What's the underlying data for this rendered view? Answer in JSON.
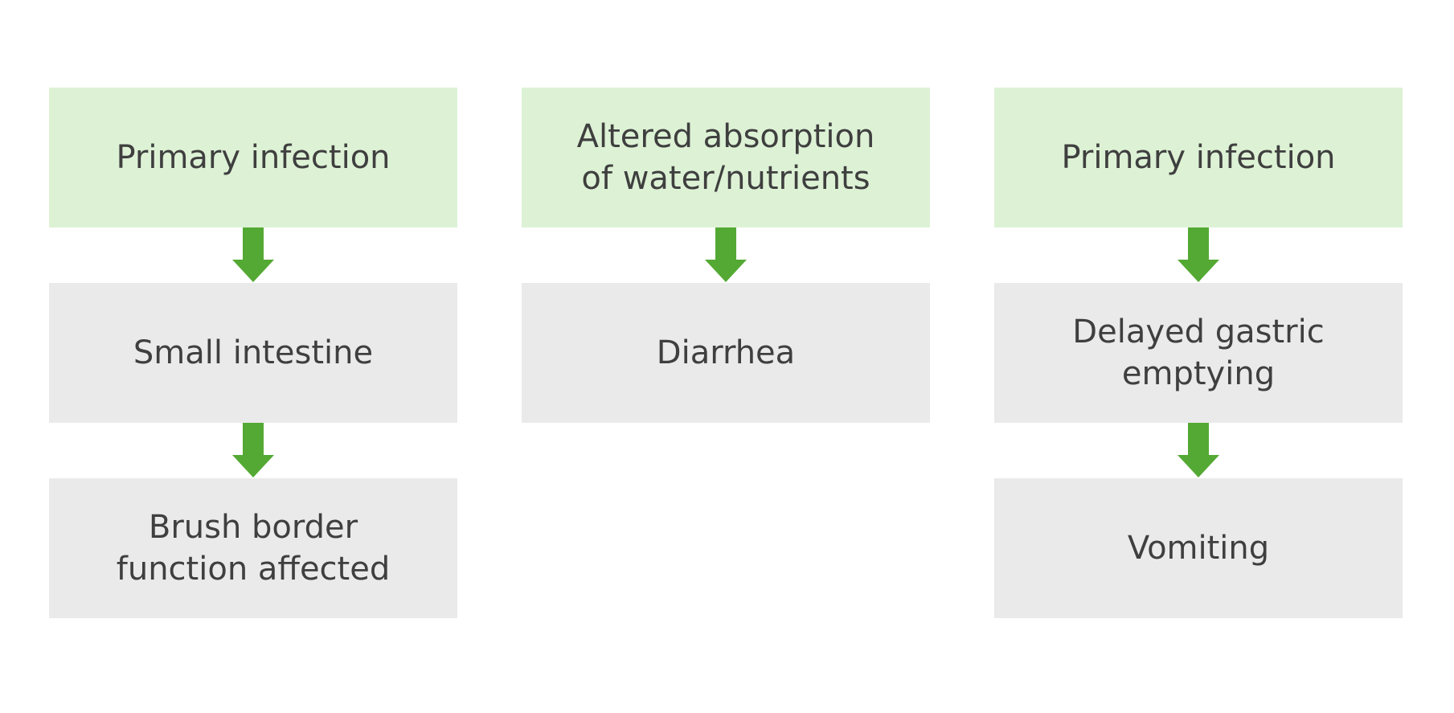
{
  "colors": {
    "top_box": "#ddf2d5",
    "step_box": "#eaeaea",
    "arrow": "#54a934",
    "text": "#3f3f3f"
  },
  "columns": [
    {
      "top": "Primary infection",
      "steps": [
        "Small intestine",
        "Brush border\nfunction affected"
      ]
    },
    {
      "top": "Altered absorption\nof water/nutrients",
      "steps": [
        "Diarrhea"
      ]
    },
    {
      "top": "Primary infection",
      "steps": [
        "Delayed gastric\nemptying",
        "Vomiting"
      ]
    }
  ],
  "arrow_icon": "down-arrow-icon"
}
